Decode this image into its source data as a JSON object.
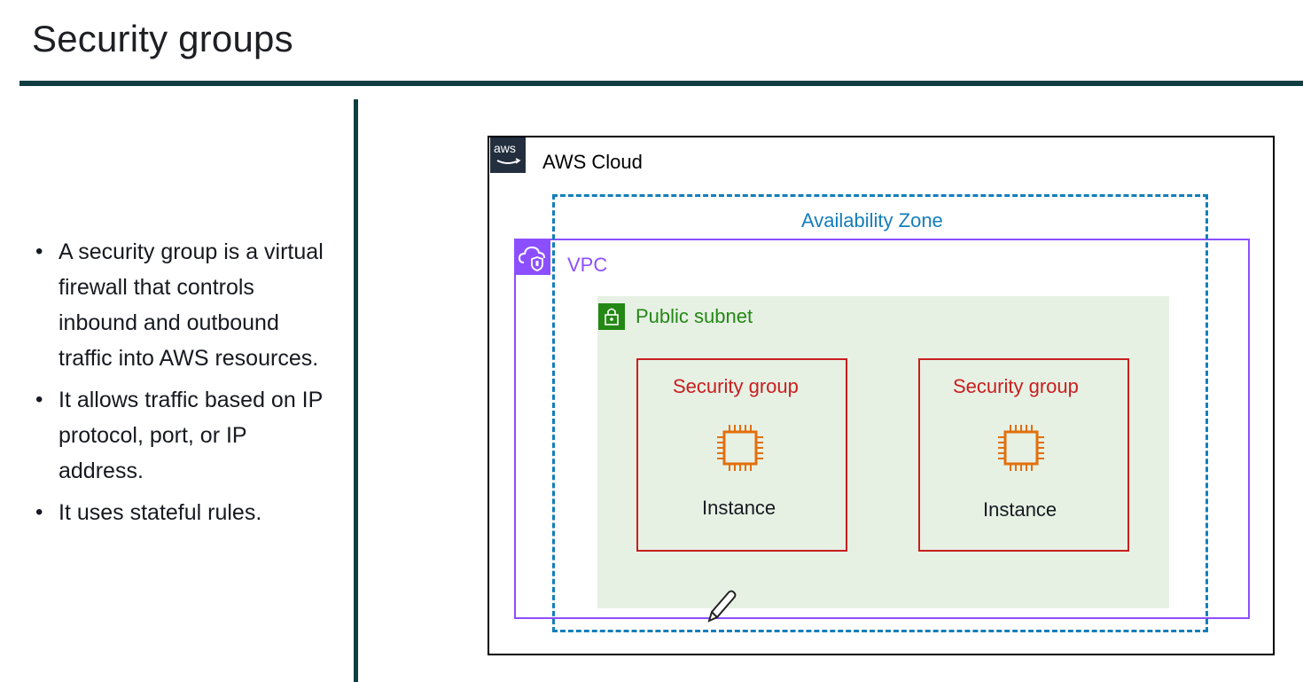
{
  "slide": {
    "title": "Security groups",
    "bullets": [
      "A security group is a virtual firewall that controls inbound and outbound traffic into AWS resources.",
      "It allows traffic based on IP protocol, port, or IP address.",
      "It uses stateful rules."
    ]
  },
  "diagram": {
    "aws_logo": "aws",
    "aws_cloud_label": "AWS Cloud",
    "availability_zone_label": "Availability Zone",
    "vpc_label": "VPC",
    "subnet_label": "Public subnet",
    "security_groups": [
      {
        "label": "Security group",
        "instance_label": "Instance"
      },
      {
        "label": "Security group",
        "instance_label": "Instance"
      }
    ]
  },
  "colors": {
    "title_rule": "#0f3d42",
    "divider": "#0f3d42",
    "vpc": "#8c4fff",
    "availability_zone": "#147eba",
    "subnet": "#248814",
    "security_group": "#c91e1e",
    "instance": "#e36f0c"
  },
  "icons": [
    "aws-logo-icon",
    "vpc-cloud-shield-icon",
    "subnet-lock-icon",
    "ec2-chip-icon",
    "pencil-icon"
  ]
}
